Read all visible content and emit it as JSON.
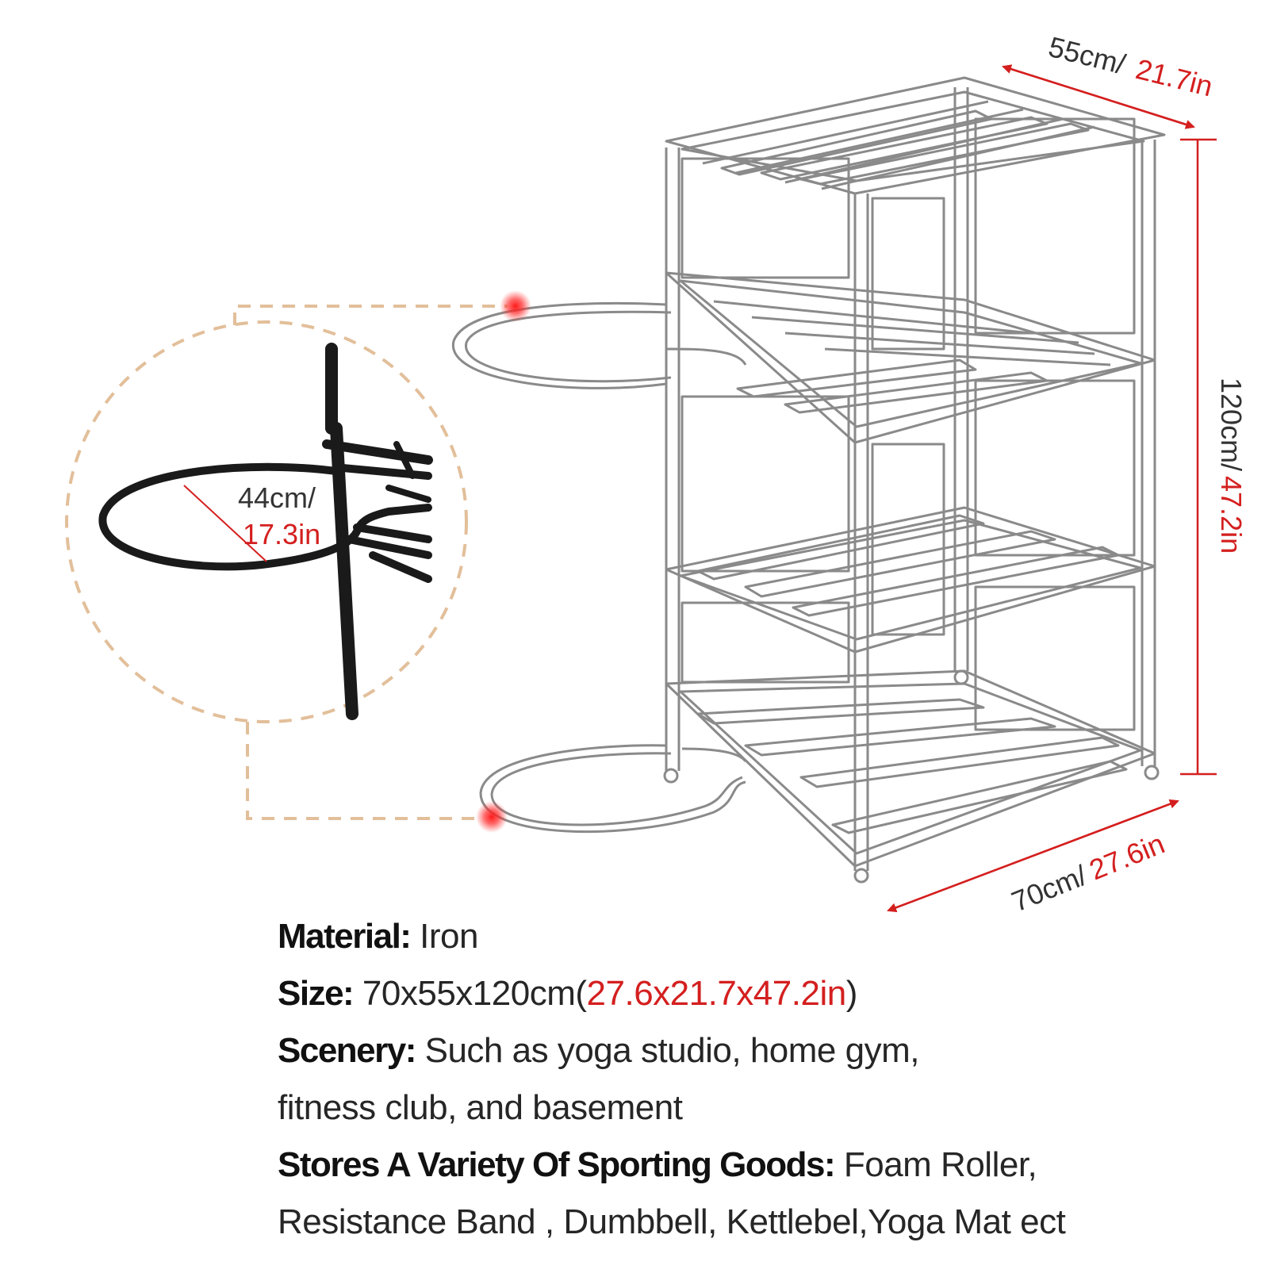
{
  "dimensions": {
    "depth": {
      "cm": "55cm/",
      "in": "21.7in"
    },
    "width": {
      "cm": "70cm/",
      "in": "27.6in"
    },
    "height": {
      "cm": "120cm/",
      "in": "47.2in"
    },
    "ring_diameter": {
      "cm": "44cm/",
      "in": "17.3in"
    }
  },
  "specs": {
    "material": {
      "label": "Material:",
      "value": " Iron"
    },
    "size": {
      "label": "Size:",
      "value_cm": " 70x55x120cm(",
      "value_in": "27.6x21.7x47.2in",
      "value_close": ")"
    },
    "scenery": {
      "label": "Scenery:",
      "value_line1": " Such as yoga studio, home gym,",
      "value_line2": "fitness club, and basement"
    },
    "stores": {
      "label": "Stores A Variety Of Sporting Goods:",
      "value_line1": " Foam Roller,",
      "value_line2": "Resistance Band , Dumbbell, Kettlebel,Yoga Mat ect"
    }
  },
  "colors": {
    "accent": "#d41f1f",
    "frame": "#8a8a8a",
    "callout": "#e2bf9a",
    "detail_rack": "#1a1a1a"
  }
}
